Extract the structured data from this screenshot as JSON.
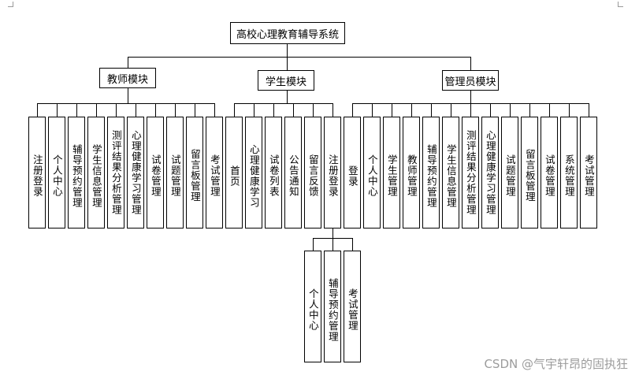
{
  "root": "高校心理教育辅导系统",
  "modules": [
    {
      "name": "教师模块",
      "children": [
        "注册登录",
        "个人中心",
        "辅导预约管理",
        "学生信息管理",
        "测评结果分析管理",
        "心理健康学习管理",
        "试卷管理",
        "试题管理",
        "留言板管理",
        "考试管理"
      ]
    },
    {
      "name": "学生模块",
      "children": [
        "首页",
        "心理健康学习",
        "试卷列表",
        "公告通知",
        "留言反馈",
        "注册登录"
      ],
      "sub": {
        "parent_index": 5,
        "children": [
          "个人中心",
          "辅导预约管理",
          "考试管理"
        ]
      }
    },
    {
      "name": "管理员模块",
      "children": [
        "登录",
        "个人中心",
        "学生管理",
        "教师管理",
        "辅导预约管理",
        "学生信息管理",
        "测评结果分析管理",
        "心理健康学习管理",
        "试题管理",
        "留言板管理",
        "试卷管理",
        "系统管理",
        "考试管理"
      ]
    }
  ],
  "watermark": "CSDN @气宇轩昂的固执狂"
}
